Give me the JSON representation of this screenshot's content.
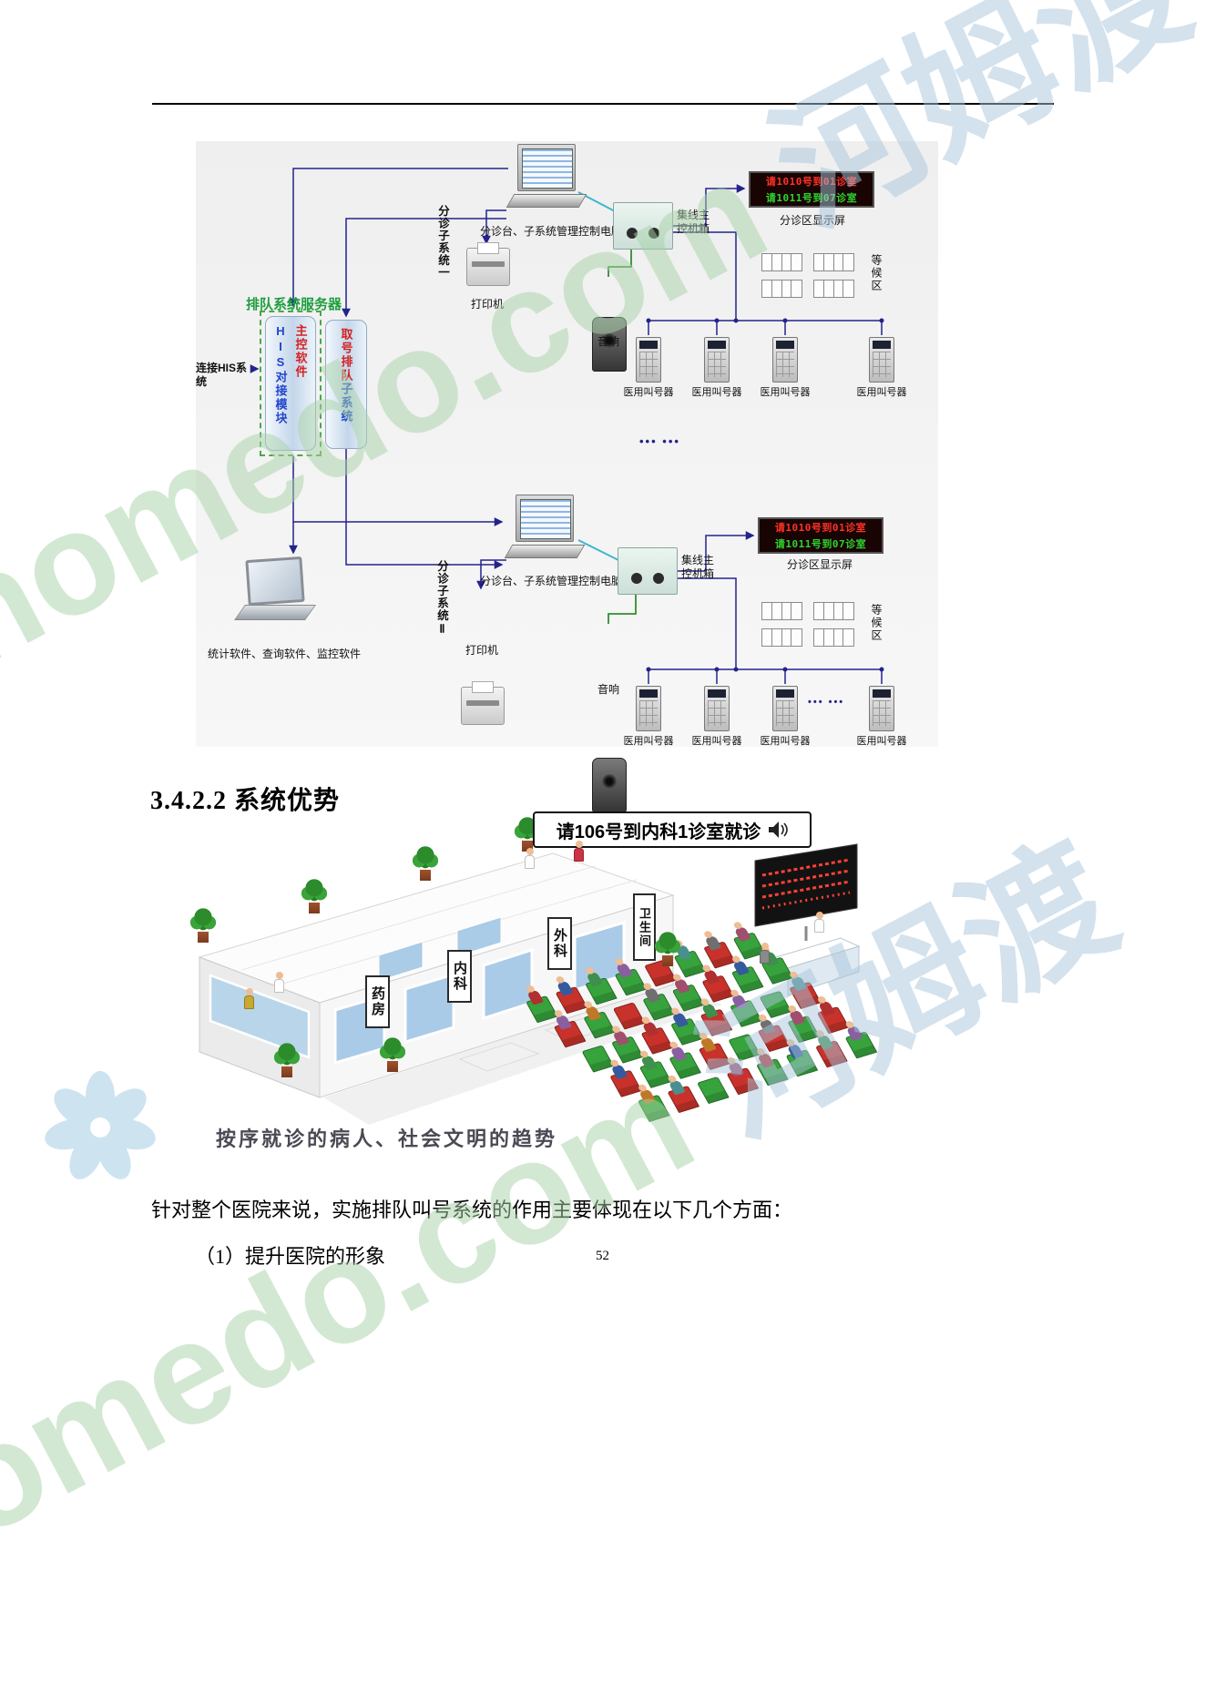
{
  "watermark": {
    "latin": "homedo.com",
    "cjk": " 河姆渡"
  },
  "page": {
    "number": "52"
  },
  "heading": {
    "text": "3.4.2.2  系统优势"
  },
  "body": {
    "paragraph": "针对整个医院来说，实施排队叫号系统的作用主要体现在以下几个方面：",
    "item1": "（1）提升医院的形象"
  },
  "diagram": {
    "server_group_label": "排队系统服务器",
    "his_link_label": "连接HIS系统",
    "main_software": "主控软件",
    "his_module": "HIS对接模块",
    "queue_box_part1": "取号排队",
    "queue_box_part2": "子系统",
    "laptop_label": "统计软件、查询软件、监控软件",
    "dots": "••• •••",
    "sub1": {
      "name": "分诊子系统一",
      "computer_label": "分诊台、子系统管理控制电脑",
      "printer_label": "打印机",
      "hub_label": "集线主控机箱",
      "speaker_label": "音响",
      "display_label": "分诊区显示屏",
      "display_line1": "请1010号到01诊室",
      "display_line2": "请1011号到07诊室",
      "waiting_label": "等候区",
      "caller_label": "医用叫号器"
    },
    "sub2": {
      "name": "分诊子系统Ⅱ",
      "computer_label": "分诊台、子系统管理控制电脑",
      "printer_label": "打印机",
      "hub_label": "集线主控机箱",
      "speaker_label": "音响",
      "display_label": "分诊区显示屏",
      "display_line1": "请1010号到01诊室",
      "display_line2": "请1011号到07诊室",
      "waiting_label": "等候区",
      "caller_label": "医用叫号器"
    }
  },
  "illustration": {
    "bubble": "请106号到内科1诊室就诊",
    "caption": "按序就诊的病人、社会文明的趋势",
    "sign_internal": "内科",
    "sign_surgery": "外科",
    "sign_pharmacy": "药房",
    "sign_restroom": "卫生间"
  }
}
